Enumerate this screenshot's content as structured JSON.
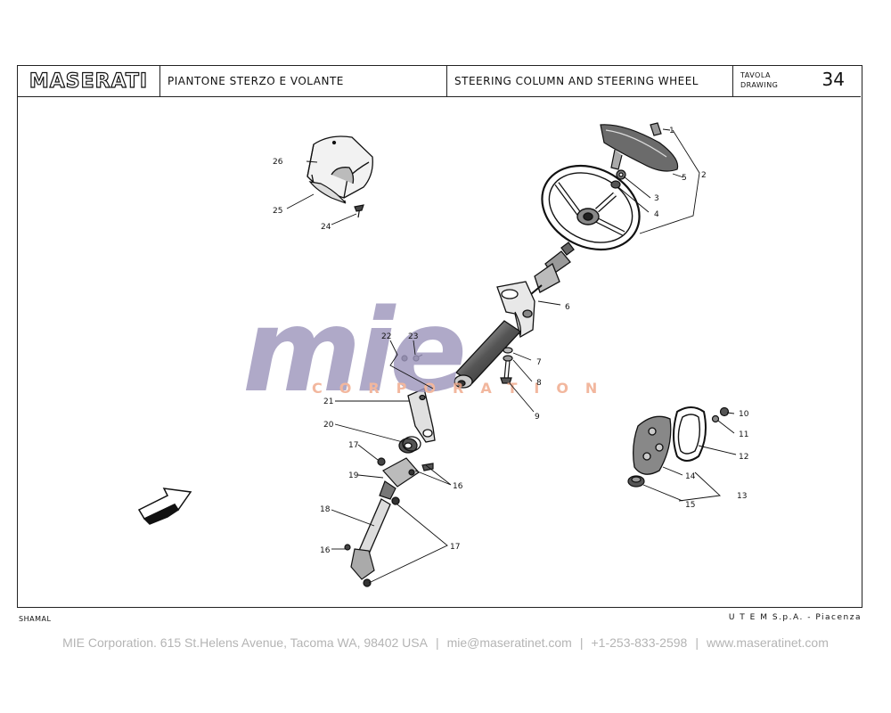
{
  "header": {
    "brand": "MASERATI",
    "title_it": "PIANTONE STERZO E VOLANTE",
    "title_en": "STEERING COLUMN AND STEERING WHEEL",
    "table_label_1": "TAVOLA",
    "table_label_2": "DRAWING",
    "table_number": "34"
  },
  "watermark": {
    "logo_text": "mie",
    "tagline": "CORPORATION",
    "colors": {
      "logo": "#9e97bd",
      "accent": "#f0a889"
    }
  },
  "part_callouts": [
    "1",
    "2",
    "3",
    "4",
    "5",
    "6",
    "7",
    "8",
    "9",
    "10",
    "11",
    "12",
    "13",
    "14",
    "15",
    "16",
    "16",
    "17",
    "17",
    "18",
    "19",
    "20",
    "21",
    "22",
    "23",
    "24",
    "25",
    "26"
  ],
  "footer_left": "SHAMAL",
  "footer_right": "U T E M  S.p.A. - Piacenza",
  "contact": {
    "company": "MIE Corporation. 615 St.Helens Avenue, Tacoma WA, 98402 USA",
    "email": "mie@maseratinet.com",
    "phone": "+1-253-833-2598",
    "website": "www.maseratinet.com",
    "separator": "|"
  }
}
